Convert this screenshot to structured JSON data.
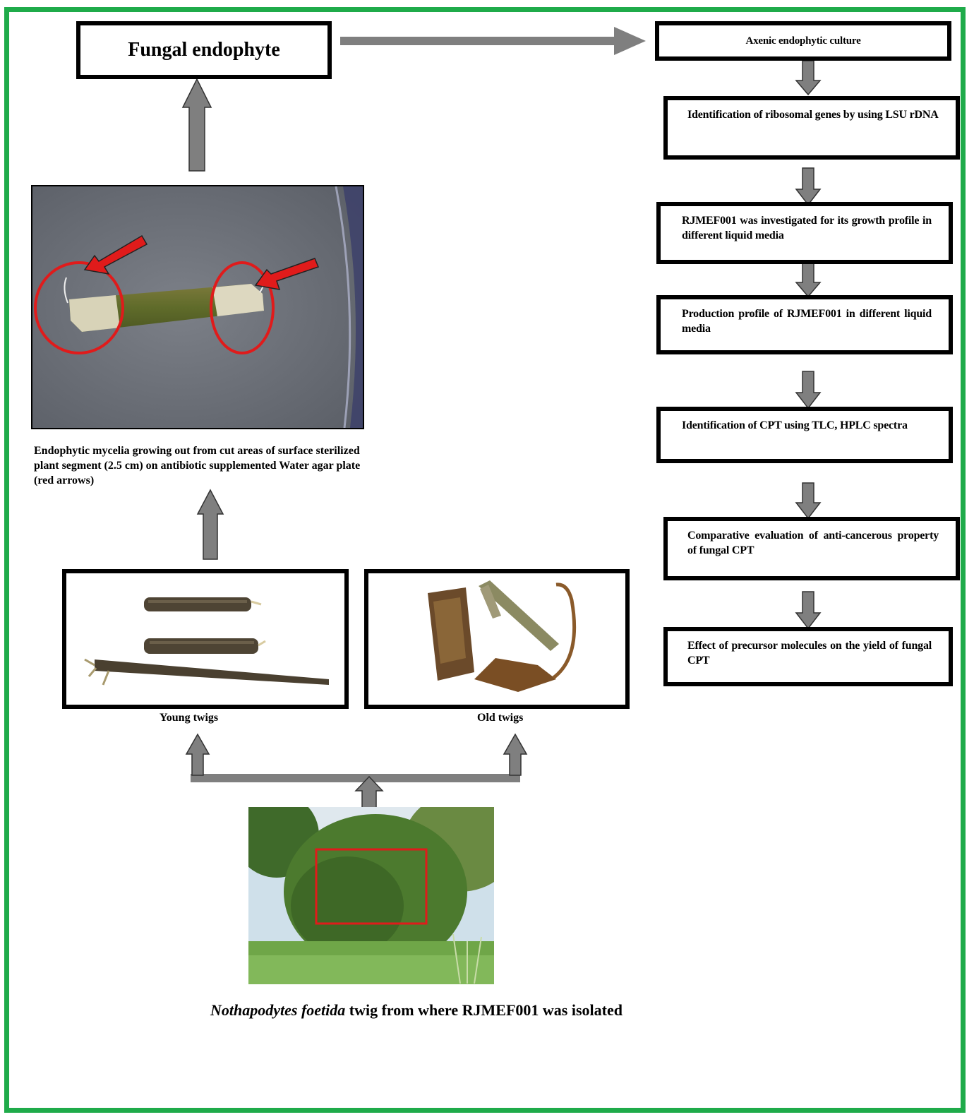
{
  "colors": {
    "frame": "#1fab4a",
    "arrow": "#7f7f7f",
    "highlight": "#e01b1b"
  },
  "title": "Fungal endophyte",
  "flow_steps": [
    "Axenic endophytic culture",
    "Identification of ribosomal genes by using LSU rDNA",
    "RJMEF001 was investigated for its growth profile in different liquid media",
    "Production profile of RJMEF001 in different liquid media",
    "Identification of CPT using TLC, HPLC spectra",
    "Comparative evaluation of anti-cancerous property of fungal CPT",
    "Effect of precursor molecules on the yield of fungal CPT"
  ],
  "petri_caption": "Endophytic mycelia growing out from cut areas of surface sterilized plant segment (2.5 cm) on antibiotic supplemented Water agar plate (red arrows)",
  "young_twigs_label": "Young twigs",
  "old_twigs_label": "Old twigs",
  "plant_caption": {
    "species": "Nothapodytes foetida",
    "rest": " twig from where RJMEF001 was isolated"
  }
}
